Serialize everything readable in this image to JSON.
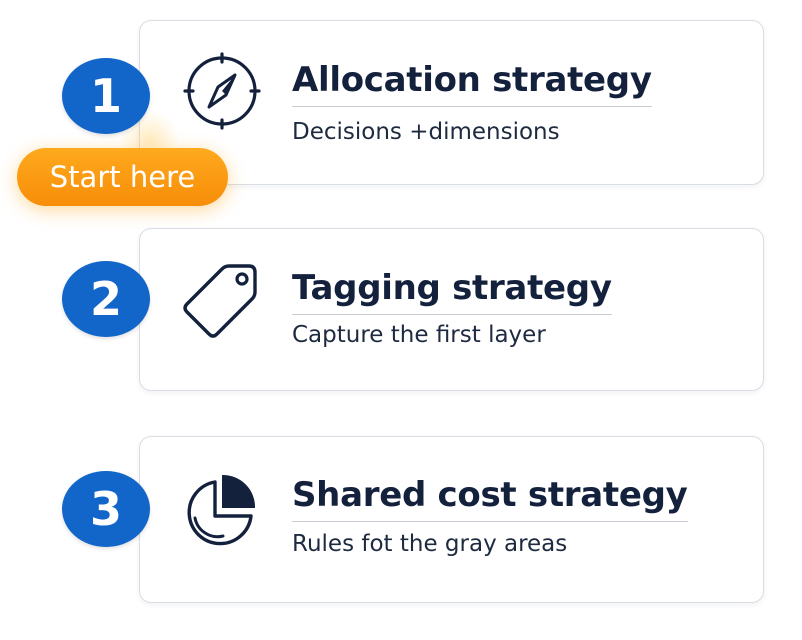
{
  "colors": {
    "badge": "#1266c9",
    "title": "#14213d",
    "start_pill": "#f99a12",
    "card_border": "#d9dde3"
  },
  "start_label": "Start here",
  "steps": [
    {
      "number": "1",
      "title": "Allocation strategy",
      "subtitle": "Decisions +dimensions",
      "icon": "compass-icon"
    },
    {
      "number": "2",
      "title": "Tagging strategy",
      "subtitle": "Capture the first layer",
      "icon": "tag-icon"
    },
    {
      "number": "3",
      "title": "Shared cost strategy",
      "subtitle": "Rules fot the gray areas",
      "icon": "pie-chart-icon"
    }
  ]
}
